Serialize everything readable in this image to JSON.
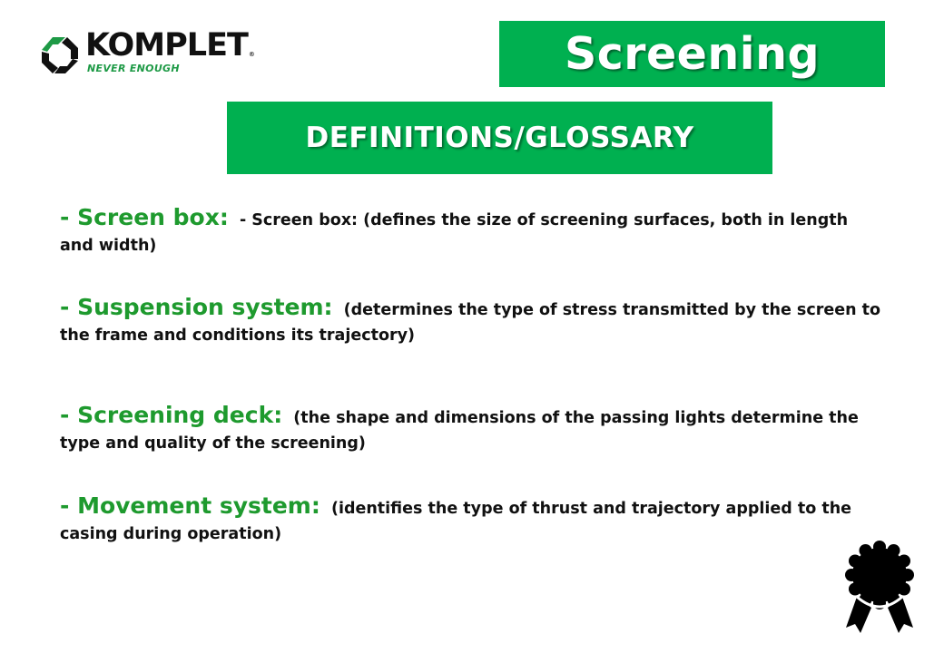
{
  "logo": {
    "brand": "KOMPLET",
    "registered_mark": "®",
    "tagline": "NEVER ENOUGH",
    "icon": "komplet-octagon-logo-icon"
  },
  "header": {
    "title": "Screening",
    "subtitle": "DEFINITIONS/GLOSSARY"
  },
  "definitions": [
    {
      "term": "- Screen box:",
      "description": "- Screen box: (defines the size of screening surfaces, both in length and width)"
    },
    {
      "term": "- Suspension system:",
      "description": "(determines the type of stress transmitted by the screen to the frame and conditions its trajectory)"
    },
    {
      "term": "- Screening deck:",
      "description": "(the shape and dimensions of the passing lights determine the type and quality of the screening)"
    },
    {
      "term": "- Movement system:",
      "description": "(identifies the type of thrust and trajectory applied to the casing during operation)"
    }
  ],
  "decorations": {
    "badge_icon": "award-ribbon-icon"
  },
  "colors": {
    "accent_green": "#00b050",
    "term_green": "#1e9a2e",
    "text": "#111111"
  }
}
